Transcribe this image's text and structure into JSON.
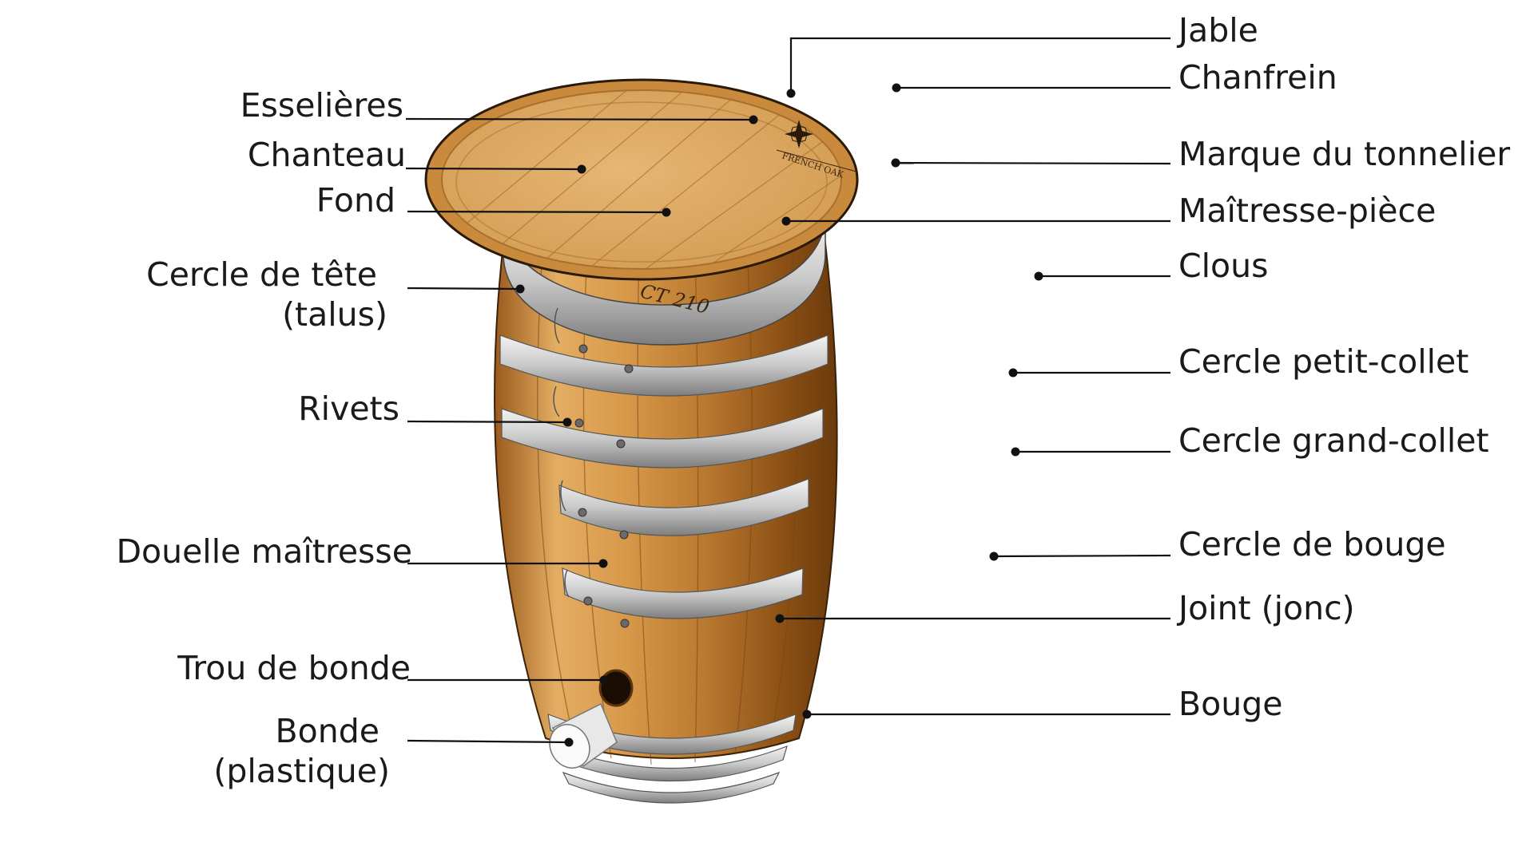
{
  "barrel": {
    "stamp_text": "FRENCH OAK",
    "capacity_mark": "CT 210"
  },
  "labels_left": [
    {
      "id": "esselieres",
      "lines": [
        "Esselières"
      ]
    },
    {
      "id": "chanteau",
      "lines": [
        "Chanteau"
      ]
    },
    {
      "id": "fond",
      "lines": [
        "Fond"
      ]
    },
    {
      "id": "cercle-de-tete",
      "lines": [
        "Cercle de tête",
        "(talus)"
      ]
    },
    {
      "id": "rivets",
      "lines": [
        "Rivets"
      ]
    },
    {
      "id": "douelle-maitresse",
      "lines": [
        "Douelle maîtresse"
      ]
    },
    {
      "id": "trou-de-bonde",
      "lines": [
        "Trou de bonde"
      ]
    },
    {
      "id": "bonde",
      "lines": [
        "Bonde",
        "(plastique)"
      ]
    }
  ],
  "labels_right": [
    {
      "id": "jable",
      "lines": [
        "Jable"
      ]
    },
    {
      "id": "chanfrein",
      "lines": [
        "Chanfrein"
      ]
    },
    {
      "id": "marque-du-tonnelier",
      "lines": [
        "Marque du tonnelier"
      ]
    },
    {
      "id": "maitresse-piece",
      "lines": [
        "Maîtresse-pièce"
      ]
    },
    {
      "id": "clous",
      "lines": [
        "Clous"
      ]
    },
    {
      "id": "cercle-petit-collet",
      "lines": [
        "Cercle petit-collet"
      ]
    },
    {
      "id": "cercle-grand-collet",
      "lines": [
        "Cercle grand-collet"
      ]
    },
    {
      "id": "cercle-de-bouge",
      "lines": [
        "Cercle de bouge"
      ]
    },
    {
      "id": "joint",
      "lines": [
        "Joint (jonc)"
      ]
    },
    {
      "id": "bouge",
      "lines": [
        "Bouge"
      ]
    }
  ],
  "colors": {
    "wood_light": "#e0a95a",
    "wood_dark": "#8a4f14",
    "head": "#dcaa62",
    "hoop_light": "#e9e9e9",
    "hoop_dark": "#8c8c8c",
    "leader": "#111111"
  }
}
